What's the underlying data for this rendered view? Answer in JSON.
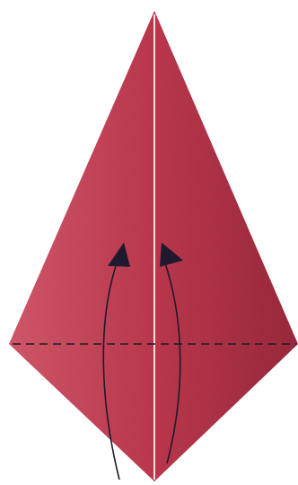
{
  "diagram": {
    "subject": "origami-kite-base-fold-step",
    "paper_color": "#c0394f",
    "paper_highlight": "#d65a6c",
    "paper_shadow": "#9e2a3e",
    "crease_color": "#f2e1e3",
    "line_color": "#1f1a2e",
    "arrow_fill": "#1f1a2e",
    "fold_line_style": "dashed",
    "arrows": [
      {
        "name": "left-fold-arrow",
        "direction": "up",
        "side": "left"
      },
      {
        "name": "right-fold-arrow",
        "direction": "up",
        "side": "right"
      }
    ]
  }
}
